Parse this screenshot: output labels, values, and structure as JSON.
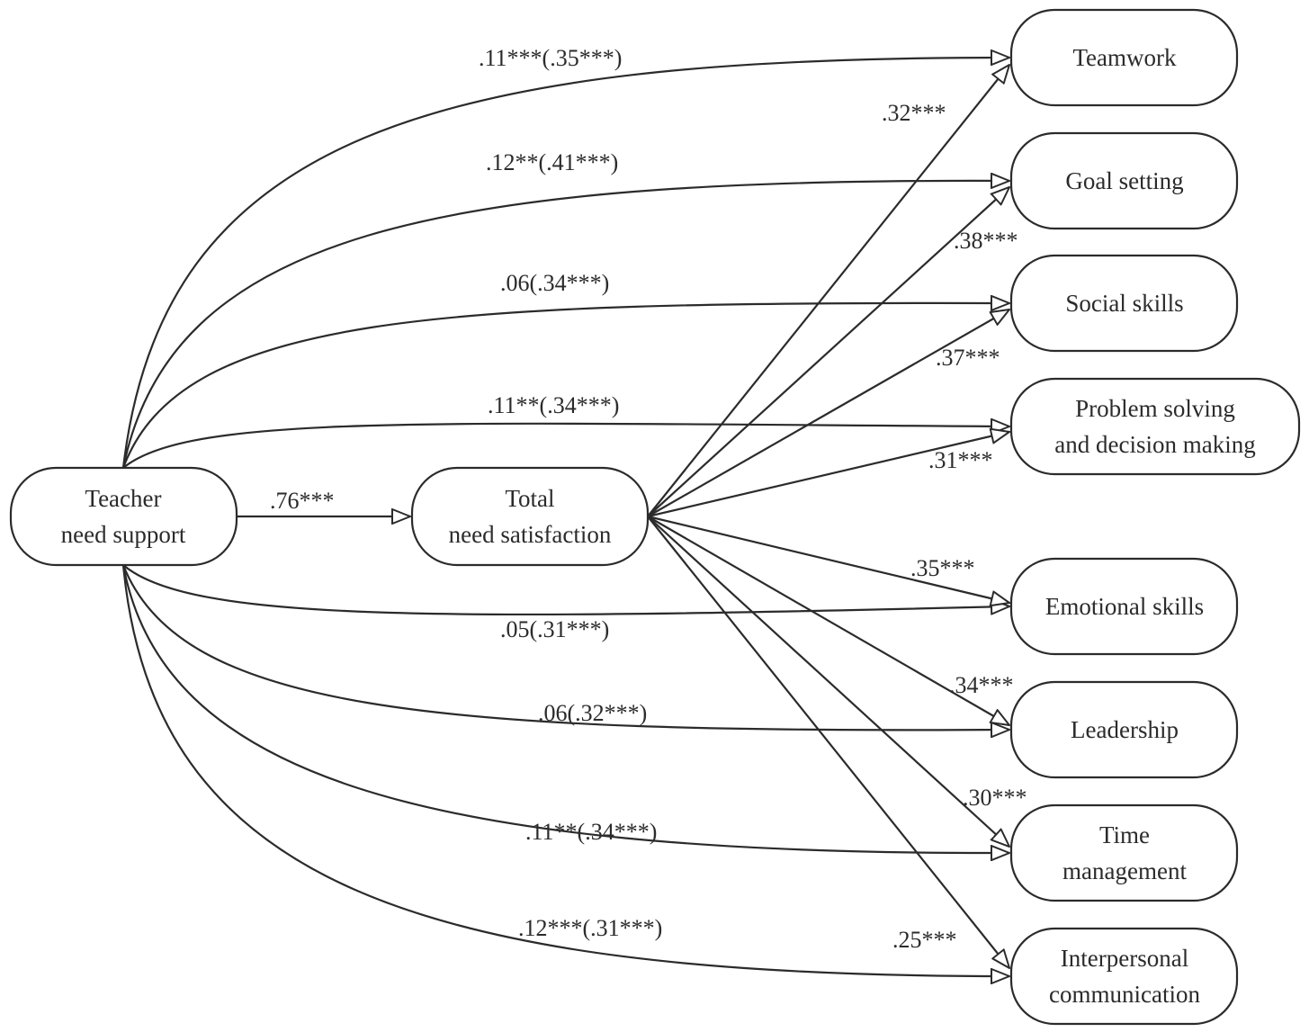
{
  "nodes": {
    "teacher": [
      "Teacher",
      "need support"
    ],
    "total": [
      "Total",
      "need satisfaction"
    ],
    "teamwork": [
      "Teamwork"
    ],
    "goal_setting": [
      "Goal setting"
    ],
    "social": [
      "Social skills"
    ],
    "problem": [
      "Problem solving",
      "and decision making"
    ],
    "emotional": [
      "Emotional skills"
    ],
    "leadership": [
      "Leadership"
    ],
    "time": [
      "Time",
      "management"
    ],
    "interpersonal": [
      "Interpersonal",
      "communication"
    ]
  },
  "edges": {
    "teacher_total": ".76***",
    "direct": {
      "teamwork": ".11***(.35***)",
      "goal_setting": ".12**(.41***)",
      "social": ".06(.34***)",
      "problem": ".11**(.34***)",
      "emotional": ".05(.31***)",
      "leadership": ".06(.32***)",
      "time": ".11**(.34***)",
      "interpersonal": ".12***(.31***)"
    },
    "mediated": {
      "teamwork": ".32***",
      "goal_setting": ".38***",
      "social": ".37***",
      "problem": ".31***",
      "emotional": ".35***",
      "leadership": ".34***",
      "time": ".30***",
      "interpersonal": ".25***"
    }
  }
}
